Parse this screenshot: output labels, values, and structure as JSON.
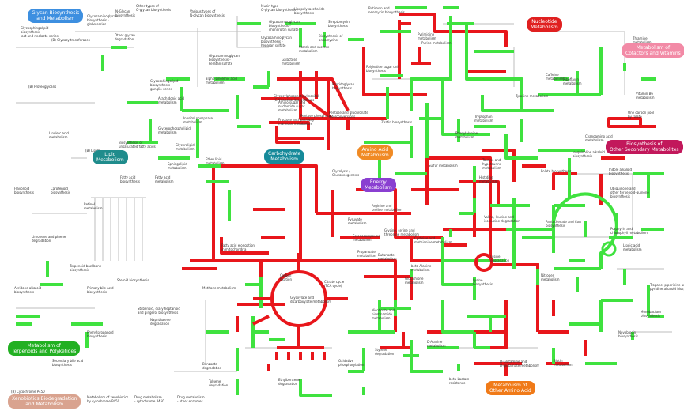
{
  "categories": [
    {
      "id": "glycan",
      "label": "Glycan Biosynthesis\nand Metabolism",
      "color": "#3d8fe0"
    },
    {
      "id": "nucleotide",
      "label": "Nucleotide\nMetabolism",
      "color": "#e02020"
    },
    {
      "id": "cofactors",
      "label": "Metabolism of\nCofactors and Vitamins",
      "color": "#f28aa6"
    },
    {
      "id": "secondary",
      "label": "Biosynthesis of\nOther Secondary Metabolites",
      "color": "#c2185b"
    },
    {
      "id": "lipid",
      "label": "Lipid\nMetabolism",
      "color": "#1f8c8c"
    },
    {
      "id": "carbohydrate",
      "label": "Carbohydrate\nMetabolism",
      "color": "#168a9a"
    },
    {
      "id": "aminoacid",
      "label": "Amino Acid\nMetabolism",
      "color": "#f08a24"
    },
    {
      "id": "energy",
      "label": "Energy\nMetabolism",
      "color": "#8a3fd1"
    },
    {
      "id": "terpenoids",
      "label": "Metabolism of\nTerpenoids and Polyketides",
      "color": "#22b022"
    },
    {
      "id": "xenobiotics",
      "label": "Xenobiotics Biodegradation\nand Metabolism",
      "color": "#d9a38f"
    },
    {
      "id": "otheraa",
      "label": "Metabolism of\nOther Amino Acid",
      "color": "#f07a18"
    }
  ],
  "pathways": [
    "Other types of\nO-glycan biosynthesis",
    "Various types of\nN-glycan biosynthesis",
    "Mucin type\nO-glycan biosynthesis",
    "Lipopolysaccharide\nbiosynthesis",
    "Butirosin and\nneomycin biosynthesis",
    "Glycosaminoglycan\nbiosynthesis -\nglobo series",
    "N-Glycan\nbiosynthesis",
    "Glycosphingolipid\nbiosynthesis -\nlact and neolacto series",
    "(B) Glycosyltransferases",
    "Other glycan\ndegradation",
    "Glycosaminoglycan\nbiosynthesis -\nchondroitin sulfate",
    "Streptomycin\nbiosynthesis",
    "Glycosaminoglycan\nbiosynthesis -\nheparan sulfate",
    "Biosynthesis of\nansamycins",
    "Purine metabolism",
    "Pyrimidine\nmetabolism",
    "(B) Proteoglycans",
    "Glycosaminoglycan\nbiosynthesis -\nkeratan sulfate",
    "Galactose\nmetabolism",
    "Starch and sucrose\nmetabolism",
    "Glycosphingolipid\nbiosynthesis -\nganglio series",
    "Glycosylphosphatidylinositol\n(GPI)-anchor biosynthesis",
    "alpha-Linolenic acid\nmetabolism",
    "Arachidonic acid\nmetabolism",
    "Amino sugar and\nnucleotide sugar\nmetabolism",
    "Polyketide sugar unit\nbiosynthesis",
    "Peptidoglycan\nbiosynthesis",
    "Fructose and\nmannose metabolism",
    "Pentose and glucuronate\ninterconversions",
    "Zeatin biosynthesis",
    "Caffeine\nmetabolism",
    "Riboflavin\nmetabolism",
    "Thiamine\nmetabolism",
    "Vitamin B6\nmetabolism",
    "One carbon pool\nby folate",
    "Inositol phosphate\nmetabolism",
    "Glycerophospholipid\nmetabolism",
    "Linoleic acid\nmetabolism",
    "(B) Lipids",
    "Biosynthesis of\nunsaturated fatty acids",
    "Glycerolipid\nmetabolism",
    "Ether lipid\nmetabolism",
    "Sphingolipid\nmetabolism",
    "Fatty acid\nbiosynthesis",
    "Fatty acid\nmetabolism",
    "Fatty acid elongation\nin mitochondria",
    "Steroid biosynthesis",
    "Primary bile acid\nbiosynthesis",
    "Secondary bile acid\nbiosynthesis",
    "Citrate cycle\n(TCA cycle)",
    "Glyoxylate and\ndicarboxylate metabolism",
    "Oxidative\nphosphorylation",
    "Methane metabolism",
    "Nitrogen\nmetabolism",
    "Sulfur metabolism",
    "Carbon\nfixation",
    "Glycolysis /\nGluconeogenesis",
    "Pentose phosphate\npathway",
    "Pyruvate\nmetabolism",
    "Propanoate\nmetabolism",
    "Butanoate\nmetabolism",
    "Tryptophan\nmetabolism",
    "Tyrosine metabolism",
    "Phenylalanine\nmetabolism",
    "Histidine\nmetabolism",
    "Lysine\nbiosynthesis",
    "Lysine\ndegradation",
    "Arginine and\nproline metabolism",
    "Glycine, serine and\nthreonine metabolism",
    "Cysteine and\nmethionine metabolism",
    "Valine, leucine and\nisoleucine degradation",
    "Taurine and\nhypotaurine\nmetabolism",
    "Selenocompound\nmetabolism",
    "D-Glutamine and\nD-glutamate metabolism",
    "D-Alanine\nmetabolism",
    "Glutathione\nmetabolism",
    "beta-Alanine\nmetabolism",
    "Nicotinate and\nnicotinamide\nmetabolism",
    "Retinol\nmetabolism",
    "Carotenoid\nbiosynthesis",
    "Flavonoid\nbiosynthesis",
    "Limonene and pinene\ndegradation",
    "Terpenoid backbone\nbiosynthesis",
    "Toluene\ndegradation",
    "Benzoate\ndegradation",
    "Naphthalene\ndegradation",
    "Styrene\ndegradation",
    "Ethylbenzene\ndegradation",
    "Biotin\nmetabolism",
    "Folate biosynthesis",
    "Porphyrin and\nchlorophyll metabolism",
    "Ubiquinone and\nother terpenoid-quinone\nbiosynthesis",
    "Pantothenate and CoA\nbiosynthesis",
    "Lipoic acid\nmetabolism",
    "(B) Cytochrome P450",
    "Metabolism of xenobiotics\nby cytochrome P450",
    "Drug metabolism\n- cytochrome P450",
    "Drug metabolism\n- other enzymes",
    "beta-Lactam\nresistance",
    "Cyanoamino acid\nmetabolism",
    "Indole alkaloid\nbiosynthesis",
    "Isoquinoline alkaloid\nbiosynthesis",
    "Tropane, piperidine and\npyridine alkaloid biosynthesis",
    "Phenylpropanoid\nbiosynthesis",
    "Stilbenoid, diarylheptanoid\nand gingerol biosynthesis",
    "Monobactam\nbiosynthesis",
    "Novobiocin\nbiosynthesis",
    "Acridone alkaloid\nbiosynthesis"
  ]
}
